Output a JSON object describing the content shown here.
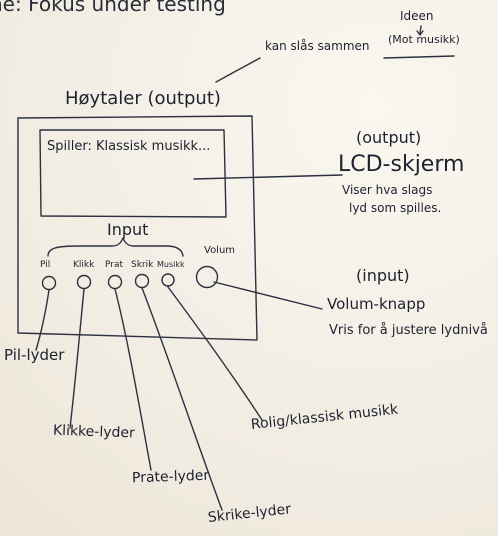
{
  "header": {
    "title_fragment": "ne: Fokus under testing",
    "idea_label": "Ideen",
    "idea_sub": "(Mot musikk)",
    "merge_note": "kan slås sammen"
  },
  "speaker": {
    "title": "Høytaler (output)",
    "lcd_text": "Spiller: Klassisk musikk..."
  },
  "lcd_annotation": {
    "tag": "(output)",
    "title": "LCD-skjerm",
    "desc_line1": "Viser hva slags",
    "desc_line2": "lyd som spilles."
  },
  "input_group": {
    "title": "Input",
    "buttons": [
      "Pil",
      "Klikk",
      "Prat",
      "Skrik",
      "Musikk"
    ],
    "volume_label": "Volum"
  },
  "volume_annotation": {
    "tag": "(input)",
    "title": "Volum-knapp",
    "desc": "Vris for å justere lydnivå"
  },
  "callouts": {
    "pil": "Pil-lyder",
    "klikk": "Klikke-lyder",
    "prate": "Prate-lyder",
    "skrike": "Skrike-lyder",
    "rolig": "Rolig/klassisk musikk"
  }
}
